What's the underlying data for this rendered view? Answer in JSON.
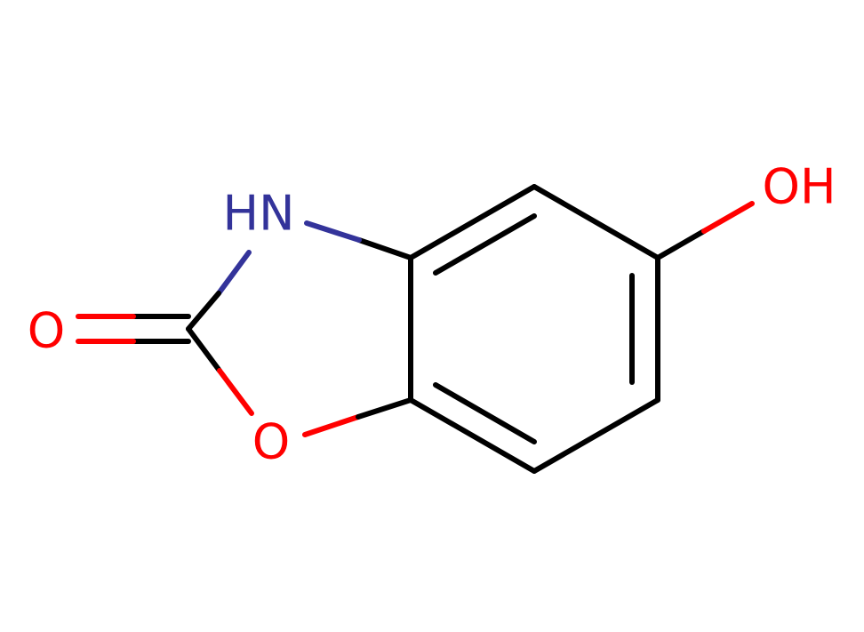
{
  "molecule": {
    "atoms": {
      "O_carbonyl": {
        "label": "O",
        "color": "#ff0d0d"
      },
      "N_ring": {
        "label": "HN",
        "color": "#3050f8"
      },
      "O_ring": {
        "label": "O",
        "color": "#ff0d0d"
      },
      "O_hydroxyl": {
        "label": "OH",
        "color": "#ff0d0d"
      }
    },
    "colors": {
      "bond": "#000000",
      "nitrogen": "#33339a",
      "oxygen": "#ff0000"
    }
  }
}
